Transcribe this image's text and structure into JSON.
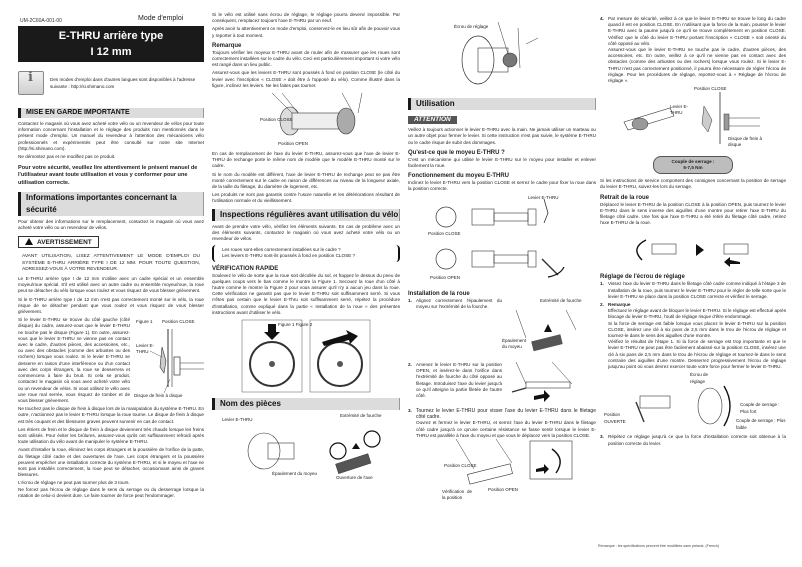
{
  "header": {
    "doc_number": "UM-2C60A-001-00",
    "doc_type": "Mode d'emploi",
    "title_line1": "E-THRU arrière type",
    "title_line2": "I 12 mm",
    "languages_note": "Des modes d'emploi dans d'autres langues sont disponibles à l'adresse suivante : http://si.shimano.com"
  },
  "col1": {
    "mise_en_garde": {
      "heading": "MISE EN GARDE IMPORTANTE",
      "para1": "Contactez le magasin où vous avez acheté votre vélo ou un revendeur de vélos pour toute information concernant l'installation et le réglage des produits non mentionnés dans le présent mode d'emploi. Un manuel du revendeur à l'attention des mécaniciens vélo professionnels et expérimentés peut être consulté sur notre site Internet (http://si.shimano.com).",
      "para2": "Ne démontez pas et ne modifiez pas ce produit."
    },
    "safety_intro": "Pour votre sécurité, veuillez lire attentivement le présent manuel de l'utilisateur avant toute utilisation et vous y conformer pour une utilisation correcte.",
    "securite": {
      "heading": "Informations importantes concernant la sécurité",
      "para1": "Pour obtenir des informations sur le remplacement, contactez le magasin où vous avez acheté votre vélo ou un revendeur de vélos.",
      "warning_label": "AVERTISSEMENT",
      "warning_caps": "AVANT UTILISATION, LISEZ ATTENTIVEMENT LE MODE D'EMPLOI DU SYSTÈME E-THRU ARRIÈRE TYPE I DE 12 MM. POUR TOUTE QUESTION, ADRESSEZ-VOUS À VOTRE REVENDEUR.",
      "w1": "Le E-THRU arrière type I de 12 mm s'utilise avec un cadre spécial et un ensemble moyeu/roue spécial. S'il est utilisé avec un autre cadre ou ensemble moyeu/roue, la roue peut se détacher du vélo lorsque vous roulez et vous risquez de vous blesser grièvement.",
      "w2": "Si le E-THRU arrière type I de 12 mm n'est pas correctement monté sur le vélo, la roue risque de se détacher pendant que vous roulez et vous risquez de vous blesser grièvement.",
      "w3": "Si le levier E-THRU se trouve du côté gauche (côté disque) du cadre, assurez-vous que le levier E-THRU ne touche pas le disque (Figure 1). En outre, assurez-vous que le levier E-THRU ne vienne pas en contact avec le cadre, d'autres pièces, des accessoires, etc., ou avec des obstacles (comme des arbustes ou des rochers) lorsque vous roulez. Si le levier E-THRU se desserre en raison d'une interférence ou d'un contact avec des corps étrangers, la roue se desserrera et commencera à faire du bruit. Si cela se produit, contactez le magasin où vous avez acheté votre vélo ou un revendeur de vélos. Si vous utilisez le vélo avec une roue mal serrée, vous risquez de tomber et de vous blesser grièvement.",
      "figure1_label": "Figure 1",
      "figure1_close": "Position CLOSE",
      "figure1_lever": "Levier E-THRU",
      "figure1_disc": "Disque de frein à disque",
      "w4": "Ne touchez pas le disque de frein à disque lors de la manipulation du système E-THRU. En outre, n'actionnez pas le levier E-THRU lorsque la roue tourne. Le disque de frein à disque est très coupant et des blessures graves peuvent survenir en cas de contact.",
      "w5": "Les étriers de frein et le disque de frein à disque deviennent très chauds lorsque les freins sont utilisés. Pour éviter les brûlures, assurez-vous qu'ils ont suffisamment refroidi après toute utilisation du vélo avant de manipuler le système E-THRU.",
      "w6": "Avant d'installer la roue, éliminez les corps étrangers et la poussière de l'orifice de la patte, du filetage côté cadre et des ouvertures de l'axe. Les corps étrangers et la poussière peuvent empêcher une installation correcte du système E-THRU, et si le moyeu et l'axe ne sont pas installés correctement, la roue peut se détacher, occasionnant ainsi de graves blessures.",
      "w7": "L'écrou de réglage ne peut pas tourner plus de 3 tours.",
      "w8": "Ne forcez pas l'écrou de réglage dans le sens du serrage ou du desserrage lorsque la rotation de celui-ci devient dure. Le faire tourner de force peut l'endommager."
    }
  },
  "col2": {
    "p1": "Si le vélo est utilisé sans écrou de réglage, le réglage pourra devenir impossible. Par conséquent, remplacez toujours l'axe E-THRU par un neuf.",
    "p2": "Après avoir lu attentivement ce mode d'emploi, conservez-le en lieu sûr afin de pouvoir vous y reporter à tout moment.",
    "remarque_heading": "Remarque",
    "r1": "Toujours vérifier les moyeux E-THRU avant de rouler afin de s'assurer que les roues sont correctement installées sur le cadre du vélo. Ceci est particulièrement important si votre vélo est rangé dans un lieu public.",
    "r2": "Assurez-vous que les leviers E-THRU sont poussés à fond en position CLOSE (le côté du levier avec l'inscription « CLOSE » doit être à l'opposé du vélo). Comme illustré dans la figure, inclinez les leviers. Ne les faites pas tourner.",
    "fig_close": "Position CLOSE",
    "fig_open": "Position OPEN",
    "r3": "En cas de remplacement de l'axe du levier E-THRU, assurez-vous que l'axe de levier E-THRU de rechange porte le même nom de modèle que le modèle E-THRU monté sur le cadre.",
    "r4": "Si le nom du modèle est différent, l'axe de levier E-THRU de rechange peut ne pas être monté correctement sur le cadre en raison de différences au niveau de la longueur axiale, de la taille du filetage, du diamètre de logement, etc.",
    "r5": "Les produits ne sont pas garantis contre l'usure naturelle et les détériorations résultant de l'utilisation normale et du vieillissement.",
    "inspections": {
      "heading": "Inspections régulières avant utilisation du vélo",
      "intro": "Avant de prendre votre vélo, vérifiez les éléments suivants. En cas de problème avec un des éléments suivants, contactez le magasin où vous avez acheté votre vélo ou un revendeur de vélos.",
      "check1": "Les roues sont-elles correctement installées sur le cadre ?",
      "check2": "Les leviers E-THRU sont-ils poussés à fond en position CLOSE ?",
      "quick_heading": "VÉRIFICATION RAPIDE",
      "quick_text": "Soulevez le vélo de sorte que la roue soit décollée du sol, et frappez le dessus du pneu de quelques coups vers le bas comme le montre la Figure 1. Secouez la roue d'un côté à l'autre comme le montre la Figure 2 pour vous assurer qu'il n'y a aucun jeu dans la roue. Cette vérification ne garantit pas que le levier E-THRU soit suffisamment serré. Si vous n'êtes pas certain que le levier E-Thru soit suffisamment serré, répétez la procédure d'installation, comme expliqué dans la partie « Installation de la roue » des présentes instructions avant d'utiliser le vélo.",
      "fig_label": "Figure 1 Figure 2"
    },
    "pieces": {
      "heading": "Nom des pièces",
      "lever": "Levier E-THRU",
      "fork_end": "Extrémité de fourche",
      "hub_shoulder": "Épaulement du moyeu",
      "axle_opening": "Ouverture de l'axe"
    }
  },
  "col3": {
    "fig_nut": "Écrou de réglage",
    "utilisation_heading": "Utilisation",
    "attention_label": "ATTENTION",
    "attention_text": "Veillez à toujours actionner le levier E-THRU avec la main. Ne jamais utiliser un marteau ou un autre objet pour fermer le levier. Si cette instruction n'est pas suivie, le système E-THRU ou le cadre risque de subir des dommages.",
    "what_heading": "Qu'est-ce que le moyeu E-THRU ?",
    "what_text": "C'est un mécanisme qui utilise le levier E-THRU sur le moyeu pour installer et enlever facilement la roue.",
    "func_heading": "Fonctionnement du moyeu E-THRU",
    "func_text": "Inclinez le levier E-THRU vers la position CLOSE et serrez le cadre pour fixer la roue dans la position correcte.",
    "func_lever": "Levier E-THRU",
    "func_close": "Position CLOSE",
    "func_open": "Position OPEN",
    "install_heading": "Installation de la roue",
    "step1": "Alignez correctement l'épaulement du moyeu sur l'extrémité de la fourche.",
    "step1_fork": "Extrémité de fourche",
    "step1_shoulder": "Épaulement du moyeu",
    "step2": "Amenez le levier E-THRU sur la position OPEN, et insérez-le dans l'orifice dans l'extrémité de fourche du côté opposé au filetage. Introduisez l'axe du levier jusqu'à ce qu'il atteigne la partie filetée de l'autre côté.",
    "step3_title": "Tournez le levier E-THRU pour visser l'axe du levier E-THRU dans le filetage côté cadre.",
    "step3_text": "Ouvrez et fermez le levier E-THRU, et serrez l'axe du levier E-THRU dans le filetage côté cadre jusqu'à ce qu'une certaine résistance se fasse sentir lorsque le levier E-THRU est parallèle à l'axe du moyeu et que vous le déplacez vers la position CLOSE.",
    "step3_close": "Position CLOSE",
    "step3_open": "Position OPEN",
    "step3_verify": "Vérification de la position"
  },
  "col4": {
    "step4": "Par mesure de sécurité, veillez à ce que le levier E-THRU se trouve le long du cadre quand il est en position CLOSE. En n'utilisant que la force de la main, pousser le levier E-THRU avec la paume jusqu'à ce qu'il se trouve complètement en position CLOSE. Vérifiez que le côté du levier E-THRU portant l'inscription « CLOSE » soit orienté du côté opposé au vélo.",
    "step4b": "Assurez-vous que le levier E-THRU ne touche pas le cadre, d'autres pièces, des accessoires, etc. En outre, veillez à ce qu'il ne vienne pas en contact avec des obstacles (comme des arbustes ou des rochers) lorsque vous roulez. Si le levier E-THRU n'est pas correctement positionné, il pourra être nécessaire de régler l'écrou de réglage. Pour les procédures de réglage, reportez-vous à « Réglage de l'écrou de réglage ».",
    "fig_close": "Position CLOSE",
    "fig_lever": "Levier E-THRU",
    "fig_disc": "Disque de frein à disque",
    "torque_label": "Couple de serrage :",
    "torque_value": "5-7,5 Nm",
    "service_note": "Si les instructions de service comportent des consignes concernant la position de serrage du levier E-THRU, suivez-les lors du serrage.",
    "retrait_heading": "Retrait de la roue",
    "retrait_text": "Déplacez le levier E-THRU de la position CLOSE à la position OPEN, puis tournez le levier E-THRU dans le sens inverse des aiguilles d'une montre pour retirer l'axe E-THRU du filetage côté cadre. Une fois que l'axe E-THRU a été retiré du filetage côté cadre, retirez l'axe E-THRU de la roue.",
    "reglage_heading": "Réglage de l'écrou de réglage",
    "reg1": "Vissez l'axe du levier E-THRU dans le filetage côté cadre comme indiqué à l'étape 3 de Installation de la roue, puis tournez le levier E-THRU pour le régler de telle sorte que le levier E-THRU se place dans la position CLOSE correcte et vérifiez le serrage.",
    "reg2_title": "Remarque",
    "reg2_a": "Effectuez le réglage avant de bloquer le levier E-THRU. Si le réglage est effectué après blocage du levier E-THRU, l'outil de réglage risque d'être endommagé.",
    "reg2_b": "Si la force de serrage est faible lorsque vous placez le levier E-THRU sur la position CLOSE, insérez une clé à six pans de 2,5 mm dans le trou de l'écrou de réglage et tournez-le dans le sens des aiguilles d'une montre.",
    "reg2_c": "Vérifiez le résultat de l'étape 1. Si la force de serrage est trop importante et que le levier E-THRU ne peut pas être facilement abaissé sur la position CLOSE, insérez une clé à six pans de 2,5 mm dans le trou de l'écrou de réglage et tournez-le dans le sens contraire des aiguilles d'une montre. Desserrez progressivement l'écrou de réglage jusqu'au point où vous devrez exercer toute votre force pour fermer le levier E-THRU.",
    "fig_open_pos": "Position OUVERTE",
    "fig_nut": "Écrou de réglage",
    "fig_stronger": "Couple de serrage : Plus fort",
    "fig_weaker": "Couple de serrage : Plus faible",
    "reg3": "Répétez ce réglage jusqu'à ce que la force d'installation correcte soit obtenue à la position correcte du levier.",
    "footer": "Remarque : les spécifications peuvent être modifiées sans préavis. (French)"
  }
}
